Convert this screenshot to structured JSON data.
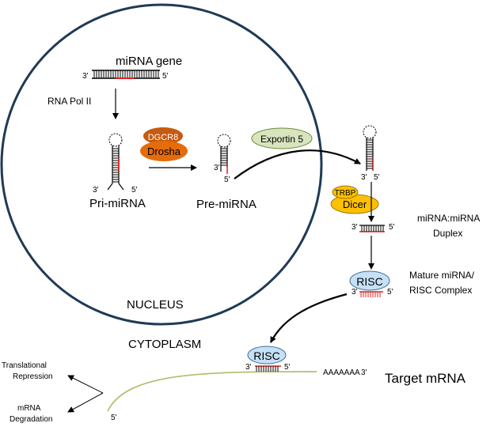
{
  "labels": {
    "mirna_gene": "miRNA gene",
    "rna_pol": "RNA Pol  II",
    "pri_mirna": "Pri-miRNA",
    "pre_mirna": "Pre-miRNA",
    "duplex_line1": "miRNA:miRNA",
    "duplex_line2": "Duplex",
    "mature_line1": "Mature miRNA/",
    "mature_line2": "RISC Complex",
    "nucleus": "NUCLEUS",
    "cytoplasm": "CYTOPLASM",
    "target_mrna": "Target mRNA",
    "translational_line1": "Translational",
    "translational_line2": "Repression",
    "degradation_line1": "mRNA",
    "degradation_line2": "Degradation",
    "poly_a": "AAAAAAA"
  },
  "ends": {
    "three": "3'",
    "five": "5'"
  },
  "proteins": {
    "dgcr8": "DGCR8",
    "drosha": "Drosha",
    "exportin": "Exportin 5",
    "trbp": "TRBP",
    "dicer": "Dicer",
    "risc": "RISC"
  },
  "colors": {
    "orange_dark": "#c55a11",
    "orange": "#e46c0a",
    "exportin_green": "#d7e4bd",
    "dicer_yellow": "#ffc000",
    "risc_blue": "#c6e0f5",
    "mirna_red": "#e02020",
    "mrna_olive": "#b8bf76"
  }
}
